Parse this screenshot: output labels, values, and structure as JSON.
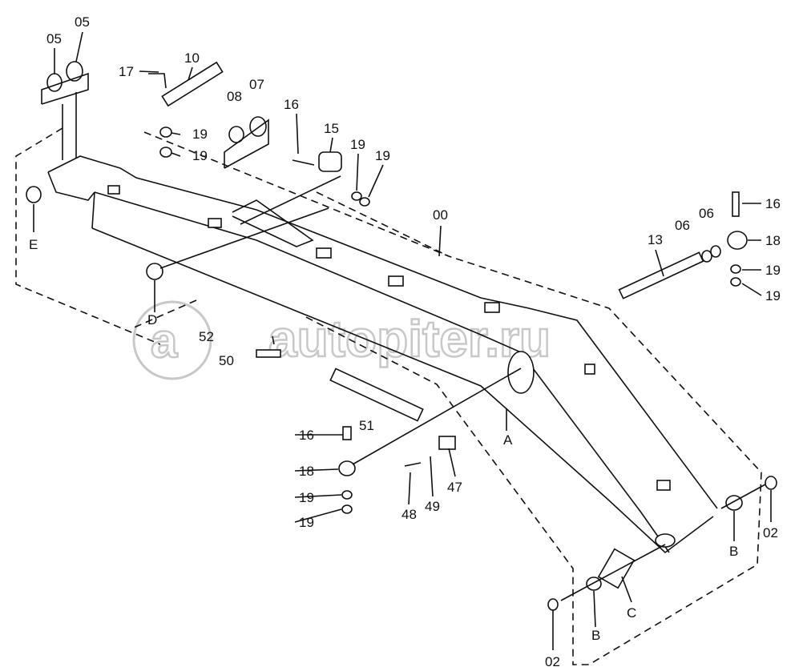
{
  "diagram": {
    "type": "exploded parts diagram - excavator boom",
    "watermark": "autopiter.ru",
    "labels": [
      "05",
      "05",
      "17",
      "10",
      "08",
      "07",
      "16",
      "15",
      "19",
      "19",
      "19",
      "19",
      "E",
      "00",
      "06",
      "06",
      "16",
      "18",
      "19",
      "19",
      "13",
      "D",
      "52",
      "50",
      "51",
      "16",
      "18",
      "19",
      "19",
      "48",
      "49",
      "47",
      "A",
      "B",
      "02",
      "02",
      "B",
      "C"
    ]
  }
}
